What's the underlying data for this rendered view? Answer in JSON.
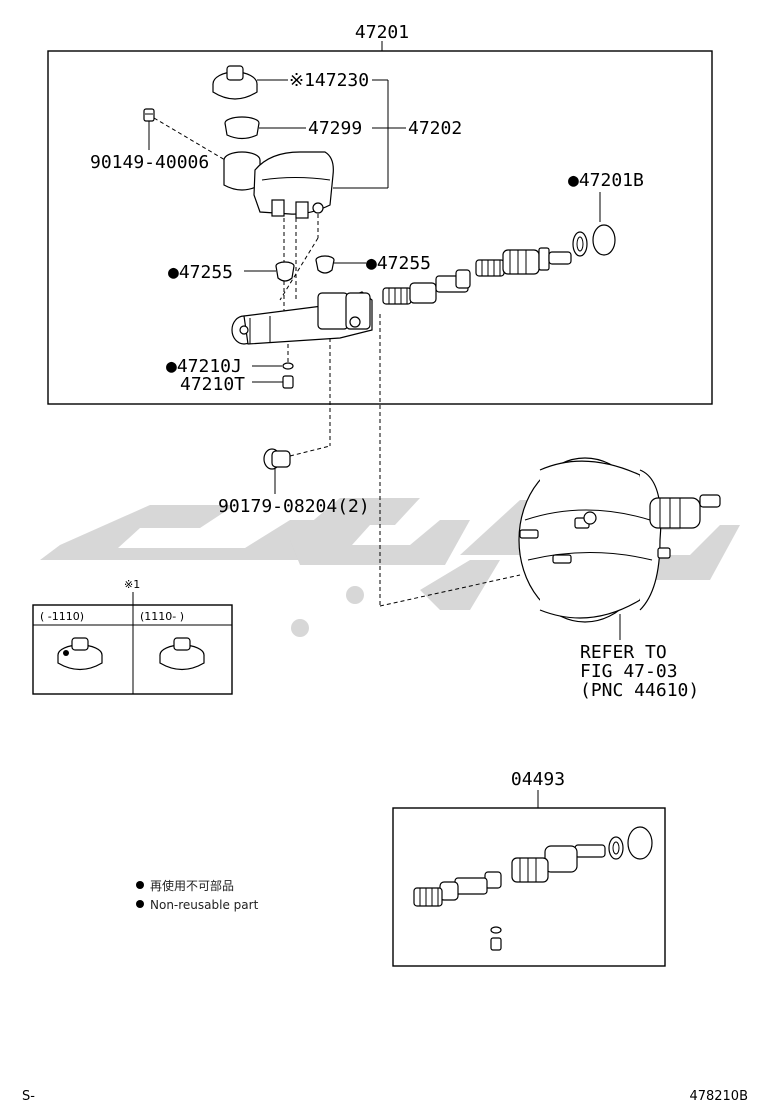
{
  "assembly_label": "47201",
  "parts": {
    "reservoir_cap": "※147230",
    "strainer": "47299",
    "reservoir_sub": "47202",
    "screw": "90149-40006",
    "kit_right": "●47201B",
    "grommet_left": "●47255",
    "grommet_right": "●47255",
    "gasket": "●47210J",
    "stop_bolt": "47210T",
    "union": "90179-08204(2)"
  },
  "refer": {
    "line1": "REFER TO",
    "line2": "FIG 47-03",
    "line3": "(PNC 44610)"
  },
  "variant_table": {
    "marker": "※1",
    "col1": "(   -1110)",
    "col2": "(1110-    )"
  },
  "kit": {
    "label": "04493"
  },
  "legend": {
    "line1": "再使用不可部品",
    "line2": "Non-reusable part"
  },
  "footer": {
    "left": "S-",
    "right": "478210B"
  },
  "watermark_color": "#d0d0d0"
}
